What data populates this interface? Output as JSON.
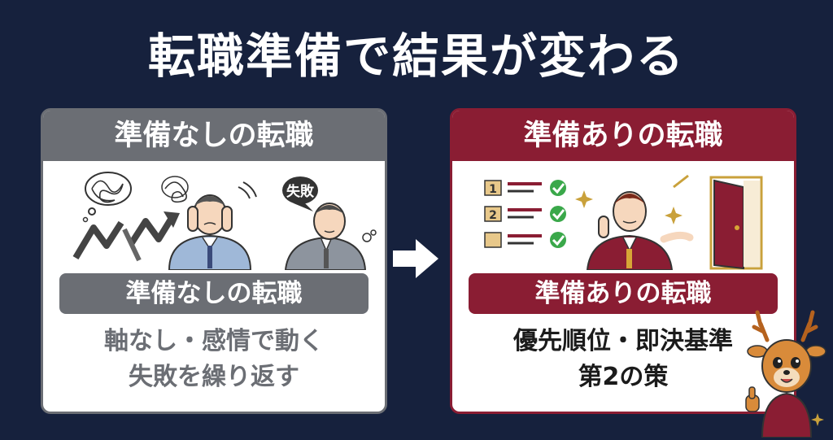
{
  "title": "転職準備で結果が変わる",
  "left_panel": {
    "header": "準備なしの転職",
    "fail_bubble": "失敗",
    "band": "準備なしの転職",
    "desc_line1": "軸なし・感情で動く",
    "desc_line2": "失敗を繰り返す"
  },
  "right_panel": {
    "header": "準備ありの転職",
    "checklist_numbers": [
      "1",
      "2"
    ],
    "band": "準備ありの転職",
    "desc_line1": "優先順位・即決基準",
    "desc_line2": "第2の策"
  },
  "colors": {
    "background": "#16213d",
    "gray_accent": "#6b6e74",
    "red_accent": "#8a1d33",
    "check_green": "#3aa84a"
  }
}
